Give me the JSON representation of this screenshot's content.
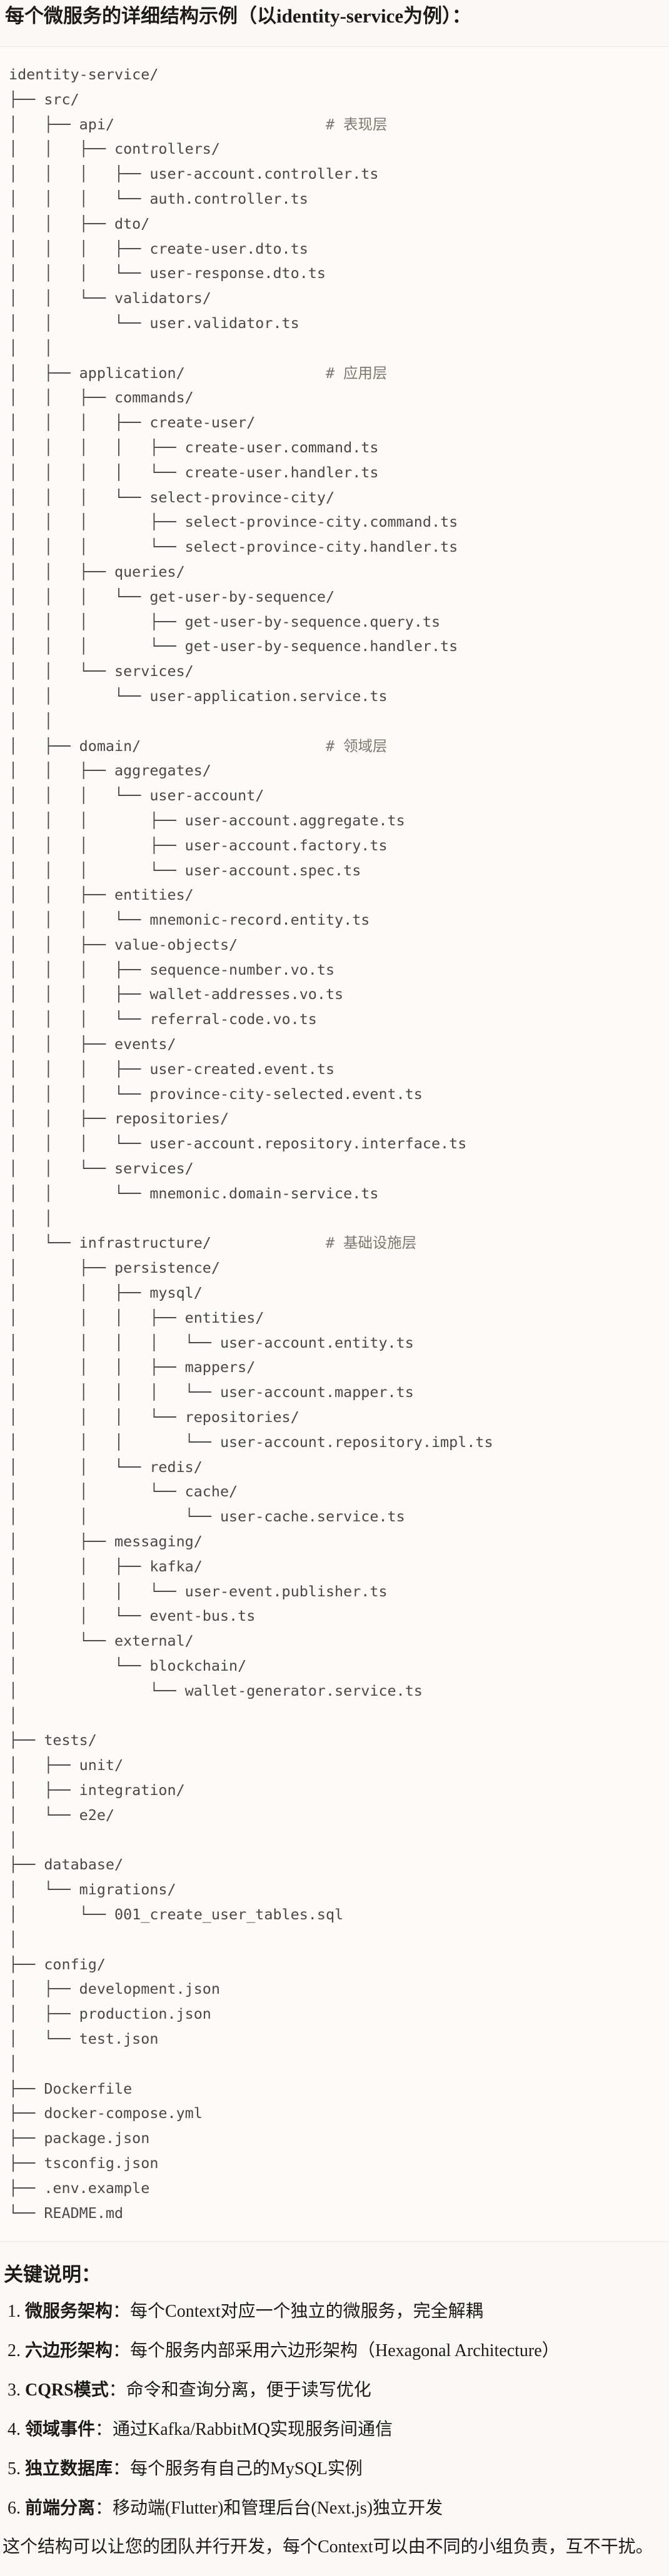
{
  "colors": {
    "page_bg": "#faf9f5",
    "code_bg": "#fcfbf8",
    "code_border": "#e8e5dd",
    "code_text": "#4a4843",
    "comment_text": "#7b786e",
    "body_text": "#1c1b16"
  },
  "page": {
    "title": "每个微服务的详细结构示例（以identity-service为例）："
  },
  "code_block": {
    "lines": [
      "identity-service/",
      "├── src/",
      "│   ├── api/                        # 表现层",
      "│   │   ├── controllers/",
      "│   │   │   ├── user-account.controller.ts",
      "│   │   │   └── auth.controller.ts",
      "│   │   ├── dto/",
      "│   │   │   ├── create-user.dto.ts",
      "│   │   │   └── user-response.dto.ts",
      "│   │   └── validators/",
      "│   │       └── user.validator.ts",
      "│   │",
      "│   ├── application/                # 应用层",
      "│   │   ├── commands/",
      "│   │   │   ├── create-user/",
      "│   │   │   │   ├── create-user.command.ts",
      "│   │   │   │   └── create-user.handler.ts",
      "│   │   │   └── select-province-city/",
      "│   │   │       ├── select-province-city.command.ts",
      "│   │   │       └── select-province-city.handler.ts",
      "│   │   ├── queries/",
      "│   │   │   └── get-user-by-sequence/",
      "│   │   │       ├── get-user-by-sequence.query.ts",
      "│   │   │       └── get-user-by-sequence.handler.ts",
      "│   │   └── services/",
      "│   │       └── user-application.service.ts",
      "│   │",
      "│   ├── domain/                     # 领域层",
      "│   │   ├── aggregates/",
      "│   │   │   └── user-account/",
      "│   │   │       ├── user-account.aggregate.ts",
      "│   │   │       ├── user-account.factory.ts",
      "│   │   │       └── user-account.spec.ts",
      "│   │   ├── entities/",
      "│   │   │   └── mnemonic-record.entity.ts",
      "│   │   ├── value-objects/",
      "│   │   │   ├── sequence-number.vo.ts",
      "│   │   │   ├── wallet-addresses.vo.ts",
      "│   │   │   └── referral-code.vo.ts",
      "│   │   ├── events/",
      "│   │   │   ├── user-created.event.ts",
      "│   │   │   └── province-city-selected.event.ts",
      "│   │   ├── repositories/",
      "│   │   │   └── user-account.repository.interface.ts",
      "│   │   └── services/",
      "│   │       └── mnemonic.domain-service.ts",
      "│   │",
      "│   └── infrastructure/             # 基础设施层",
      "│       ├── persistence/",
      "│       │   ├── mysql/",
      "│       │   │   ├── entities/",
      "│       │   │   │   └── user-account.entity.ts",
      "│       │   │   ├── mappers/",
      "│       │   │   │   └── user-account.mapper.ts",
      "│       │   │   └── repositories/",
      "│       │   │       └── user-account.repository.impl.ts",
      "│       │   └── redis/",
      "│       │       └── cache/",
      "│       │           └── user-cache.service.ts",
      "│       ├── messaging/",
      "│       │   ├── kafka/",
      "│       │   │   └── user-event.publisher.ts",
      "│       │   └── event-bus.ts",
      "│       └── external/",
      "│           └── blockchain/",
      "│               └── wallet-generator.service.ts",
      "│",
      "├── tests/",
      "│   ├── unit/",
      "│   ├── integration/",
      "│   └── e2e/",
      "│",
      "├── database/",
      "│   └── migrations/",
      "│       └── 001_create_user_tables.sql",
      "│",
      "├── config/",
      "│   ├── development.json",
      "│   ├── production.json",
      "│   └── test.json",
      "│",
      "├── Dockerfile",
      "├── docker-compose.yml",
      "├── package.json",
      "├── tsconfig.json",
      "├── .env.example",
      "└── README.md"
    ]
  },
  "notes": {
    "heading": "关键说明：",
    "items": [
      {
        "num": "1.",
        "label": "微服务架构",
        "text": "：每个Context对应一个独立的微服务，完全解耦"
      },
      {
        "num": "2.",
        "label": "六边形架构",
        "text": "：每个服务内部采用六边形架构（Hexagonal Architecture）"
      },
      {
        "num": "3.",
        "label": "CQRS模式",
        "text": "：命令和查询分离，便于读写优化"
      },
      {
        "num": "4.",
        "label": "领域事件",
        "text": "：通过Kafka/RabbitMQ实现服务间通信"
      },
      {
        "num": "5.",
        "label": "独立数据库",
        "text": "：每个服务有自己的MySQL实例"
      },
      {
        "num": "6.",
        "label": "前端分离",
        "text": "：移动端(Flutter)和管理后台(Next.js)独立开发"
      }
    ],
    "footer": "这个结构可以让您的团队并行开发，每个Context可以由不同的小组负责，互不干扰。"
  }
}
